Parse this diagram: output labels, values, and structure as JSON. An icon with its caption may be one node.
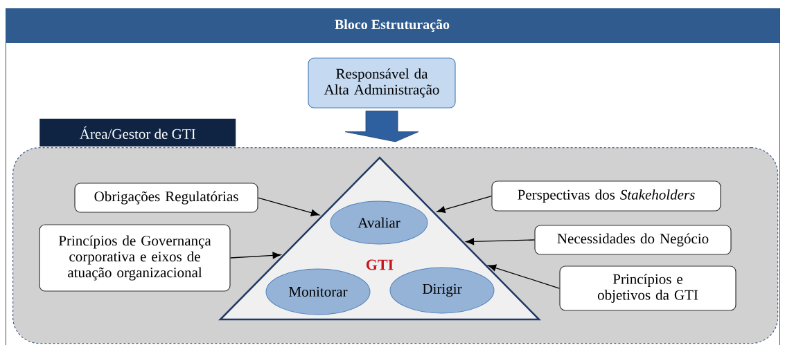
{
  "diagram": {
    "nodes": [
      {
        "text": [
          "Bloco Estruturação"
        ]
      },
      {
        "text": [
          "Responsável da Alta Administração"
        ],
        "in": 0
      },
      {
        "text": [
          "Área/Gestor de GTI"
        ],
        "in": 0
      },
      {
        "text": [
          "GTI"
        ],
        "in": 2
      },
      {
        "text": [
          "Avaliar"
        ],
        "in": 3
      },
      {
        "text": [
          "Monitorar"
        ],
        "in": 3
      },
      {
        "text": [
          "Dirigir"
        ],
        "in": 3
      },
      {
        "text": [
          "Obrigações Regulatórias"
        ],
        "in": 2
      },
      {
        "text": [
          "Princípios de Governança corporativa e eixos de atuação organizacional"
        ],
        "in": 2
      },
      {
        "text": [
          "Perspectivas dos *Stakeholders*"
        ],
        "in": 2
      },
      {
        "text": [
          "Necessidades do Negócio"
        ],
        "in": 2
      },
      {
        "text": [
          "Princípios e objetivos da GTI"
        ],
        "in": 2
      }
    ],
    "edges": [
      {
        "from": 1,
        "to": 2,
        "arrow": "to",
        "style": "thick"
      },
      {
        "from": 7,
        "to": 3,
        "arrow": "to"
      },
      {
        "from": 8,
        "to": 3,
        "arrow": "to"
      },
      {
        "from": 9,
        "to": 3,
        "arrow": "to"
      },
      {
        "from": 10,
        "to": 3,
        "arrow": "to"
      },
      {
        "from": 11,
        "to": 3,
        "arrow": "to"
      }
    ]
  }
}
